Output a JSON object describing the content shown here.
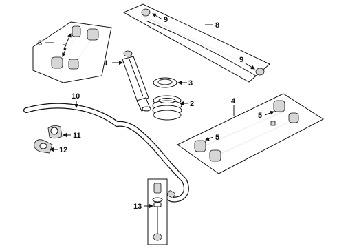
{
  "callouts": {
    "c1": "1",
    "c2": "2",
    "c3": "3",
    "c4": "4",
    "c5a": "5",
    "c5b": "5",
    "c6": "6",
    "c7": "7",
    "c8": "8",
    "c9a": "9",
    "c9b": "9",
    "c10": "10",
    "c11": "11",
    "c12": "12",
    "c13": "13"
  }
}
